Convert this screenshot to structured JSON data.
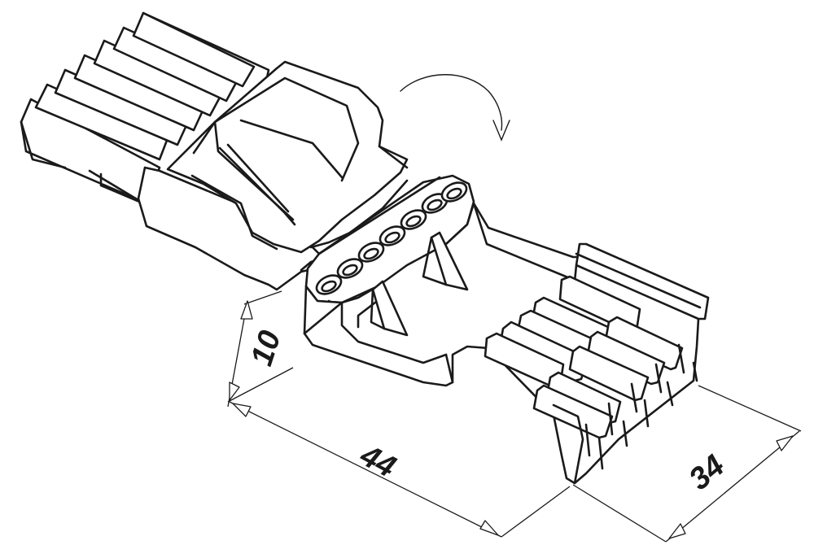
{
  "drawing": {
    "description_labels": {
      "dim_height": "10",
      "dim_length": "44",
      "dim_width": "34"
    },
    "colors": {
      "line": "#1a1a1a",
      "background": "#ffffff"
    },
    "icons": {
      "rotation": "curved-arrow-icon"
    }
  }
}
